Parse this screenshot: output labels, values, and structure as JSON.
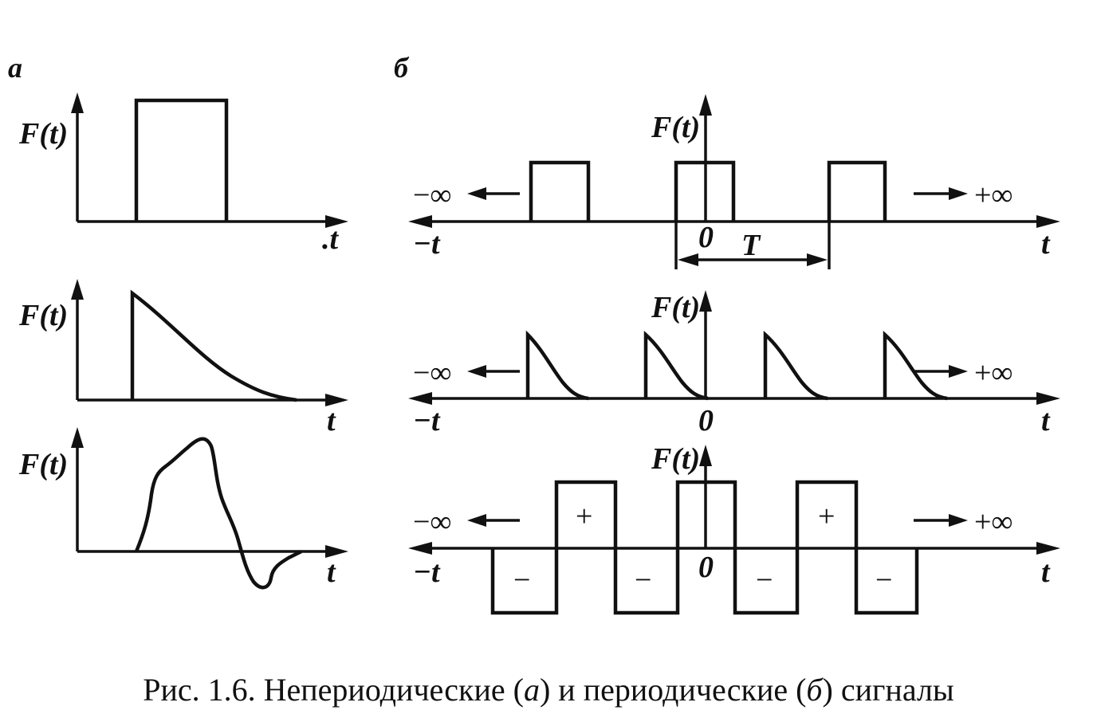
{
  "panels": {
    "a": "а",
    "b": "б"
  },
  "labels": {
    "f_of_t": "F(t)",
    "t": "t",
    "t_dotted": ".t",
    "minus_t": "−t",
    "zero": "0",
    "period": "T",
    "minus_inf": "−∞",
    "plus_inf": "+∞",
    "plus": "+",
    "minus": "−"
  },
  "caption": {
    "prefix": "Рис. 1.6. Непериодические (",
    "a": "а",
    "middle": ") и периодические (",
    "b": "б",
    "suffix": ") сигналы"
  }
}
